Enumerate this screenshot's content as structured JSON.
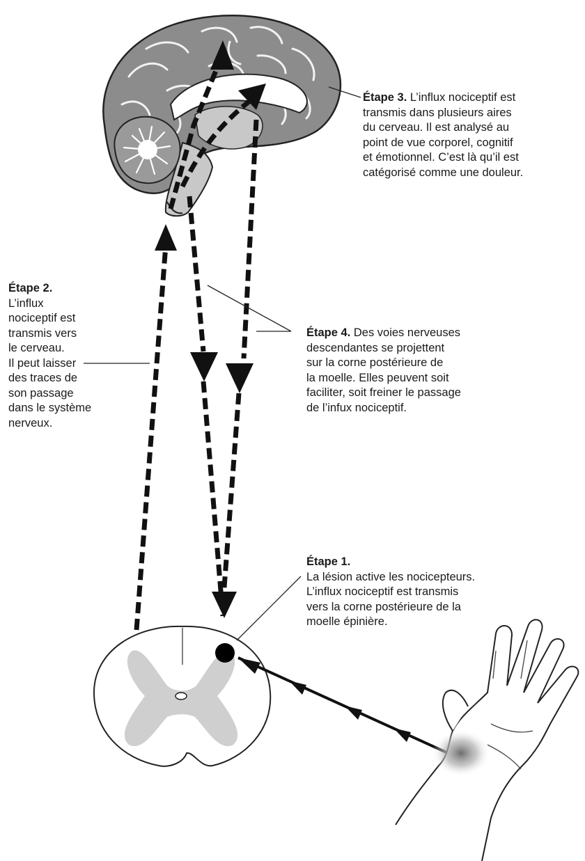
{
  "steps": {
    "step1": {
      "heading": "Étape 1.",
      "lines": [
        "La lésion active les nocicepteurs.",
        "L’influx nociceptif est transmis",
        "vers la corne postérieure de la",
        "moelle épinière."
      ]
    },
    "step2": {
      "heading": "Étape 2.",
      "lines": [
        "L’influx",
        "nociceptif est",
        "transmis vers",
        "le cerveau.",
        "Il peut laisser",
        "des traces de",
        "son passage",
        "dans le système",
        "nerveux."
      ]
    },
    "step3": {
      "heading": "Étape 3.",
      "first_line_rest": " L’influx nociceptif est",
      "lines": [
        "transmis dans plusieurs aires",
        "du cerveau. Il est analysé au",
        "point de vue corporel, cognitif",
        "et émotionnel. C’est là qu’il est",
        "catégorisé comme une douleur."
      ]
    },
    "step4": {
      "heading": "Étape 4.",
      "first_line_rest": " Des voies nerveuses",
      "lines": [
        "descendantes se projettent",
        "sur la corne postérieure de",
        "la moelle. Elles peuvent soit",
        "faciliter, soit freiner le passage",
        "de l’infux nociceptif."
      ]
    }
  },
  "colors": {
    "pathway": "#111111",
    "brain_fill": "#8c8c8c",
    "brain_light": "#c8c8c8",
    "grey_matter": "#cfcfcf",
    "outline": "#222222"
  },
  "icons": [
    "brain-illustration",
    "spinal-cord-cross-section",
    "hand-illustration",
    "nociceptor-dot"
  ]
}
